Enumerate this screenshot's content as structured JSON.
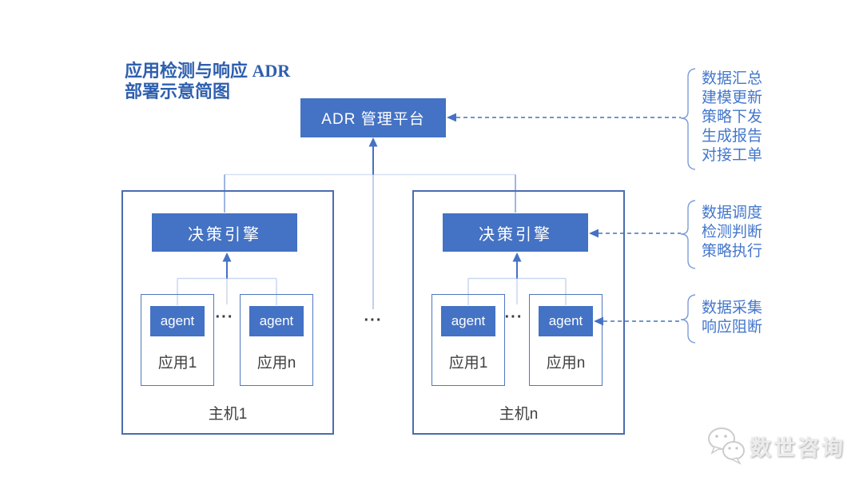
{
  "title": {
    "line1": "应用检测与响应 ADR",
    "line2": "部署示意简图"
  },
  "platform": {
    "label": "ADR 管理平台"
  },
  "hosts": {
    "left": {
      "label": "主机1",
      "engine": "决策引擎",
      "apps": {
        "first": {
          "label": "应用1",
          "agent": "agent"
        },
        "last": {
          "label": "应用n",
          "agent": "agent"
        }
      },
      "ellipsis": "···"
    },
    "right": {
      "label": "主机n",
      "engine": "决策引擎",
      "apps": {
        "first": {
          "label": "应用1",
          "agent": "agent"
        },
        "last": {
          "label": "应用n",
          "agent": "agent"
        }
      },
      "ellipsis": "···"
    }
  },
  "between_hosts_ellipsis": "···",
  "annotations": {
    "platform_functions": {
      "lines": [
        "数据汇总",
        "建模更新",
        "策略下发",
        "生成报告",
        "对接工单"
      ]
    },
    "engine_functions": {
      "lines": [
        "数据调度",
        "检测判断",
        "策略执行"
      ]
    },
    "agent_functions": {
      "lines": [
        "数据采集",
        "响应阻断"
      ]
    }
  },
  "logo": {
    "text": "数世咨询"
  },
  "colors": {
    "box_fill": "#4472C4",
    "box_text": "#FFFFFF",
    "host_border": "#4B6CB0",
    "app_border": "#4F77C0",
    "title_text": "#2E5FAE",
    "annotation_text": "#4477CC",
    "connector_light": "#D6E1F3",
    "connector_medium": "#7E9DD8",
    "arrow": "#4472C4",
    "label_text": "#404040",
    "logo_gray": "#CFCFCF"
  }
}
